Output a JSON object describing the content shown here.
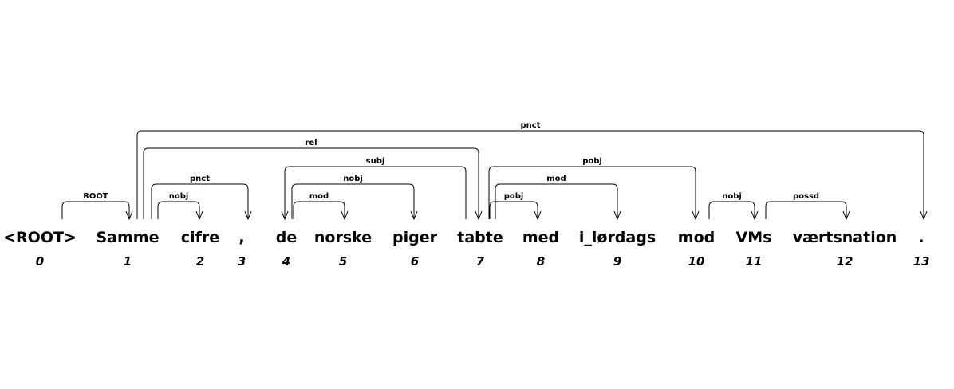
{
  "tokens": [
    {
      "index": "0",
      "word": "<ROOT>"
    },
    {
      "index": "1",
      "word": "Samme"
    },
    {
      "index": "2",
      "word": "cifre"
    },
    {
      "index": "3",
      "word": ","
    },
    {
      "index": "4",
      "word": "de"
    },
    {
      "index": "5",
      "word": "norske"
    },
    {
      "index": "6",
      "word": "piger"
    },
    {
      "index": "7",
      "word": "tabte"
    },
    {
      "index": "8",
      "word": "med"
    },
    {
      "index": "9",
      "word": "i_lørdags"
    },
    {
      "index": "10",
      "word": "mod"
    },
    {
      "index": "11",
      "word": "VMs"
    },
    {
      "index": "12",
      "word": "værtsnation"
    },
    {
      "index": "13",
      "word": "."
    }
  ],
  "arcs": [
    {
      "head": 0,
      "dep": 1,
      "label": "ROOT"
    },
    {
      "head": 1,
      "dep": 2,
      "label": "nobj"
    },
    {
      "head": 1,
      "dep": 3,
      "label": "pnct"
    },
    {
      "head": 7,
      "dep": 4,
      "label": "subj"
    },
    {
      "head": 4,
      "dep": 5,
      "label": "mod"
    },
    {
      "head": 4,
      "dep": 6,
      "label": "nobj"
    },
    {
      "head": 1,
      "dep": 7,
      "label": "rel"
    },
    {
      "head": 7,
      "dep": 8,
      "label": "pobj"
    },
    {
      "head": 7,
      "dep": 9,
      "label": "mod"
    },
    {
      "head": 7,
      "dep": 10,
      "label": "pobj"
    },
    {
      "head": 10,
      "dep": 11,
      "label": "nobj"
    },
    {
      "head": 11,
      "dep": 12,
      "label": "possd"
    },
    {
      "head": 1,
      "dep": 13,
      "label": "pnct"
    }
  ]
}
